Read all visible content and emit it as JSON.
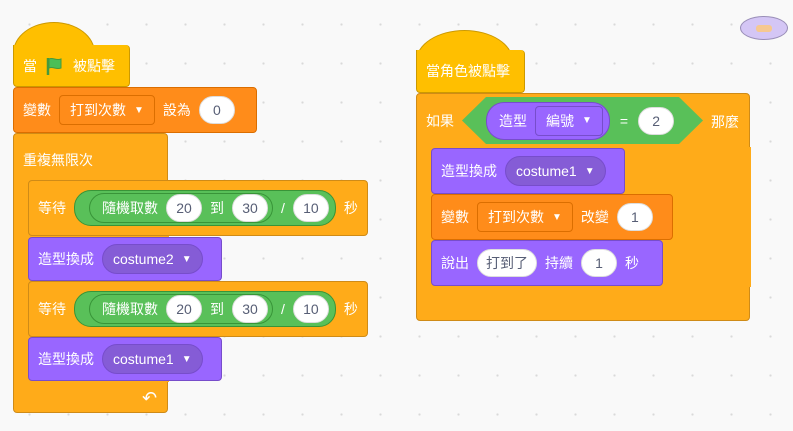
{
  "script1": {
    "hat": {
      "when": "當",
      "clicked": "被點擊"
    },
    "set_var": {
      "label": "變數",
      "variable": "打到次數",
      "to": "設為",
      "value": "0"
    },
    "forever": {
      "label": "重複無限次"
    },
    "wait1": {
      "label": "等待",
      "random": "隨機取數",
      "from": "20",
      "to_label": "到",
      "to": "30",
      "div": "/",
      "divisor": "10",
      "unit": "秒"
    },
    "costume_a": {
      "label": "造型換成",
      "costume": "costume2"
    },
    "wait2": {
      "label": "等待",
      "random": "隨機取數",
      "from": "20",
      "to_label": "到",
      "to": "30",
      "div": "/",
      "divisor": "10",
      "unit": "秒"
    },
    "costume_b": {
      "label": "造型換成",
      "costume": "costume1"
    }
  },
  "script2": {
    "hat": {
      "label": "當角色被點擊"
    },
    "if": {
      "label": "如果",
      "then": "那麼",
      "reporter": "造型",
      "property": "編號",
      "eq": "=",
      "value": "2"
    },
    "costume": {
      "label": "造型換成",
      "costume": "costume1"
    },
    "change_var": {
      "label": "變數",
      "variable": "打到次數",
      "by": "改變",
      "value": "1"
    },
    "say": {
      "label": "說出",
      "text": "打到了",
      "for": "持續",
      "secs": "1",
      "unit": "秒"
    }
  },
  "colors": {
    "events": "#FFBF00",
    "variables": "#FF8C1A",
    "control": "#FFAB19",
    "looks": "#9966FF",
    "operators": "#59C059"
  }
}
